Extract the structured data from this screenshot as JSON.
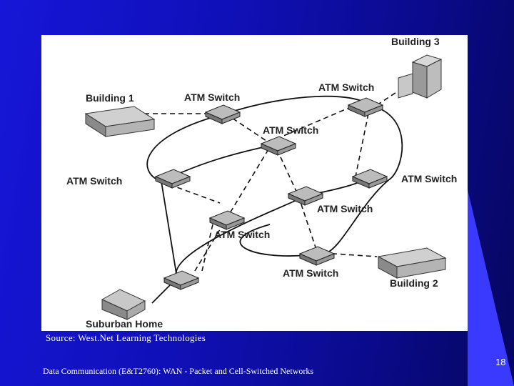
{
  "labels": {
    "building1": "Building 1",
    "building2": "Building 2",
    "building3": "Building 3",
    "suburban_home": "Suburban Home",
    "atm_switch": "ATM Switch"
  },
  "source": "Source: West.Net Learning Technologies",
  "footer": "Data Communication (E&T2760): WAN - Packet and Cell-Switched Networks",
  "page_number": "18"
}
